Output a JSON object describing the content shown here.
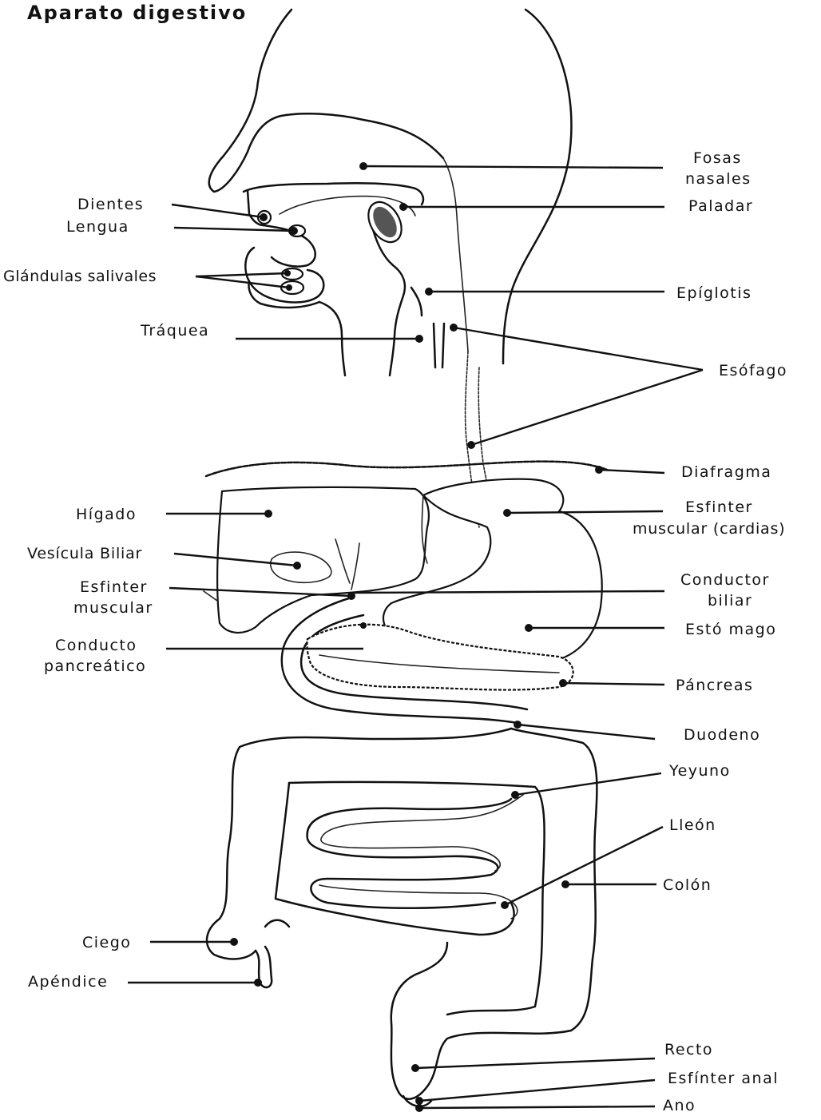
{
  "title": "Aparato digestivo",
  "labels": {
    "fosas_nasales": [
      "Fosas",
      "nasales"
    ],
    "paladar": "Paladar",
    "dientes": "Dientes",
    "lengua": "Lengua",
    "glandulas_salivales": "Glándulas salivales",
    "epiglotis": "Epíglotis",
    "traquea": "Tráquea",
    "esofago": "Esófago",
    "diafragma": "Diafragma",
    "higado": "Hígado",
    "esfinter_cardias": [
      "Esfinter",
      "muscular (cardias)"
    ],
    "vesicula_biliar": "Vesícula Biliar",
    "esfinter_muscular": [
      "Esfinter",
      "muscular"
    ],
    "conductor_biliar": [
      "Conductor",
      "biliar"
    ],
    "estomago": "Estó mago",
    "conducto_pancreatico": [
      "Conducto",
      "pancreático"
    ],
    "pancreas": "Páncreas",
    "duodeno": "Duodeno",
    "yeyuno": "Yeyuno",
    "ileon": "Lleón",
    "colon": "Colón",
    "ciego": "Ciego",
    "apendice": "Apéndice",
    "recto": "Recto",
    "esfinter_anal": "Esfínter anal",
    "ano": "Ano"
  }
}
